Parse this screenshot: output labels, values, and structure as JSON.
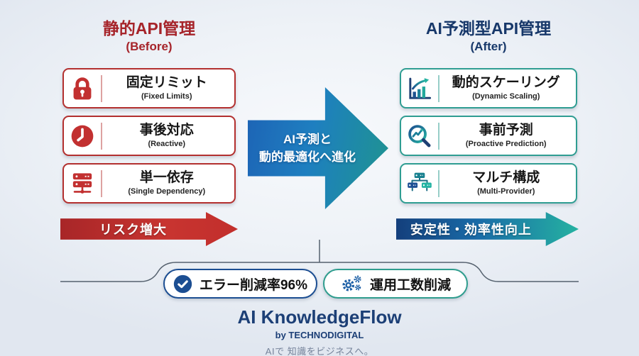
{
  "header": {
    "before": {
      "title": "静的API管理",
      "subtitle": "(Before)"
    },
    "after": {
      "title": "AI予測型API管理",
      "subtitle": "(After)"
    }
  },
  "before_panel": {
    "items": [
      {
        "icon": "lock-icon",
        "title": "固定リミット",
        "subtitle": "(Fixed Limits)"
      },
      {
        "icon": "clock-icon",
        "title": "事後対応",
        "subtitle": "(Reactive)"
      },
      {
        "icon": "server-icon",
        "title": "単一依存",
        "subtitle": "(Single Dependency)"
      }
    ],
    "arrow_label": "リスク増大"
  },
  "after_panel": {
    "items": [
      {
        "icon": "growth-chart-icon",
        "title": "動的スケーリング",
        "subtitle": "(Dynamic Scaling)"
      },
      {
        "icon": "magnifier-chart-icon",
        "title": "事前予測",
        "subtitle": "(Proactive Prediction)"
      },
      {
        "icon": "server-tree-icon",
        "title": "マルチ構成",
        "subtitle": "(Multi-Provider)"
      }
    ],
    "arrow_label": "安定性・効率性向上"
  },
  "transition_arrow": {
    "line1": "AI予測と",
    "line2": "動的最適化へ進化"
  },
  "benefits": [
    {
      "icon": "check-circle-icon",
      "label": "エラー削減率96%"
    },
    {
      "icon": "gears-icon",
      "label": "運用工数削減"
    }
  ],
  "footer": {
    "brand": "AI KnowledgeFlow",
    "byline": "by TECHNODIGITAL",
    "tagline": "AIで 知識をビジネスへ。"
  },
  "colors": {
    "before_accent": "#b3302f",
    "before_icon": "#c23030",
    "after_accent": "#2f9d92",
    "navy": "#17386a",
    "pill_blue_border": "#1c4e92",
    "pill_teal_border": "#2f9d8e",
    "arrow_gradient_start": "#1d63b5",
    "arrow_gradient_end": "#1f948f",
    "risk_arrow": "#c83430",
    "gain_arrow_start": "#143f7c",
    "gain_arrow_end": "#25b2a1",
    "background": "#eef2f7"
  }
}
